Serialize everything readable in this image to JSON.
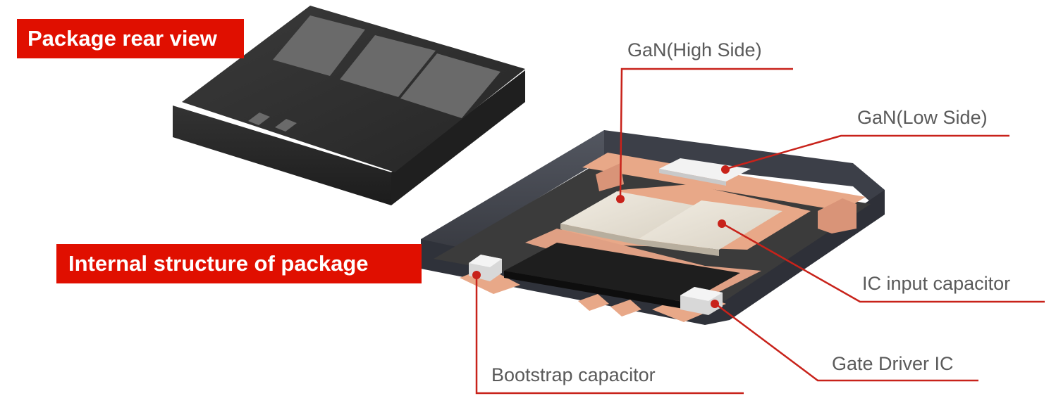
{
  "banners": {
    "rear_view": "Package rear view",
    "internal_structure": "Internal structure of package"
  },
  "callouts": {
    "gan_high_side": "GaN(High Side)",
    "gan_low_side": "GaN(Low Side)",
    "ic_input_capacitor": "IC input capacitor",
    "gate_driver_ic": "Gate Driver IC",
    "bootstrap_capacitor": "Bootstrap capacitor"
  },
  "colors": {
    "banner": "#e00f00",
    "leader_line": "#c8221a",
    "label_text": "#5a5a5a",
    "copper": "#e8a888",
    "package_body": "#2b2b2b"
  }
}
